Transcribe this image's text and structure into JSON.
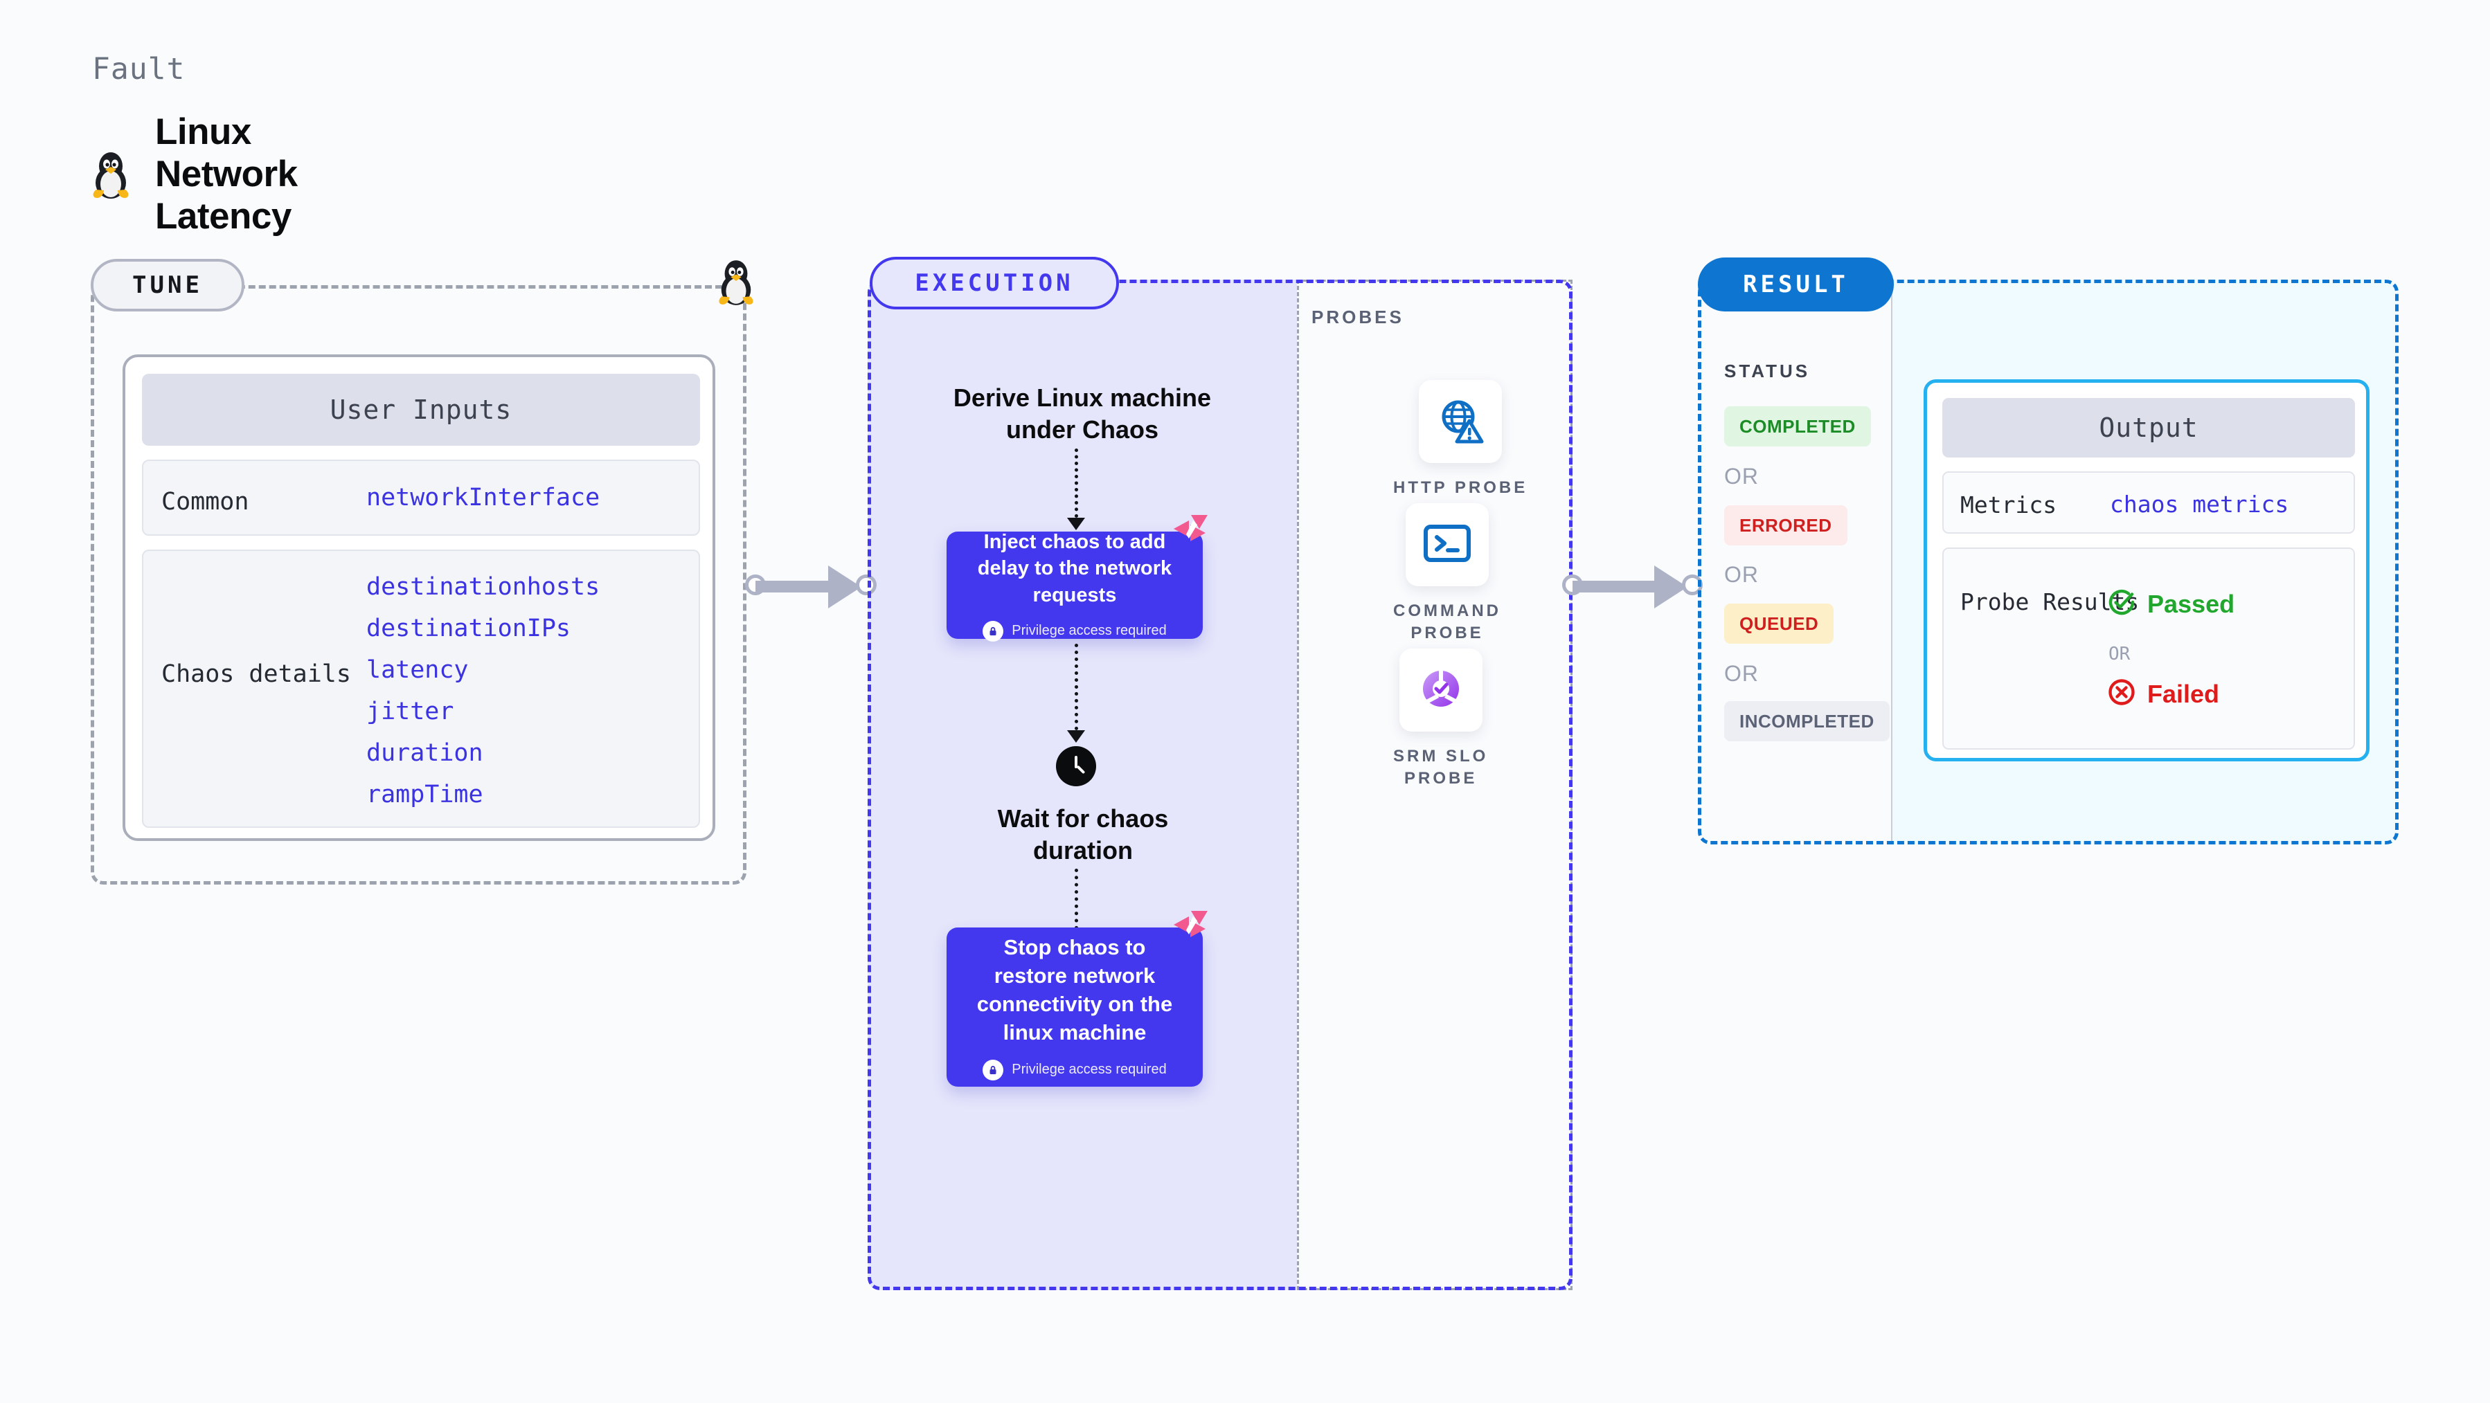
{
  "header": {
    "kicker": "Fault",
    "title": "Linux Network Latency",
    "icon": "tux-penguin-icon"
  },
  "tune": {
    "pill_label": "TUNE",
    "card_title": "User Inputs",
    "rows": [
      {
        "key": "Common",
        "values": [
          "networkInterface"
        ]
      },
      {
        "key": "Chaos details",
        "values": [
          "destinationhosts",
          "destinationIPs",
          "latency",
          "jitter",
          "duration",
          "rampTime"
        ]
      }
    ],
    "corner_icon": "tux-penguin-icon"
  },
  "execution": {
    "pill_label": "EXECUTION",
    "derive_step": "Derive Linux machine under Chaos",
    "inject_card": {
      "title": "Inject chaos to add delay to the network requests",
      "privilege_note": "Privilege access required",
      "privilege_icon": "lock-icon",
      "corner_icon": "chaos-logo-icon"
    },
    "wait_step": {
      "label": "Wait for chaos duration",
      "icon": "clock-icon"
    },
    "stop_card": {
      "title": "Stop chaos to restore network connectivity on the linux machine",
      "privilege_note": "Privilege access required",
      "privilege_icon": "lock-icon",
      "corner_icon": "chaos-logo-icon"
    }
  },
  "probes": {
    "title": "PROBES",
    "items": [
      {
        "label": "HTTP  PROBE",
        "icon": "globe-warning-icon"
      },
      {
        "label": "COMMAND\nPROBE",
        "icon": "terminal-icon"
      },
      {
        "label": "SRM  SLO\nPROBE",
        "icon": "slo-donut-check-icon"
      }
    ]
  },
  "result": {
    "pill_label": "RESULT",
    "status_title": "STATUS",
    "or_label": "OR",
    "statuses": [
      {
        "label": "COMPLETED",
        "bg": "#e0f5e2",
        "fg": "#1b8c26"
      },
      {
        "label": "ERRORED",
        "bg": "#fdeaea",
        "fg": "#cf2020"
      },
      {
        "label": "QUEUED",
        "bg": "#fdf0c8",
        "fg": "#cf2020"
      },
      {
        "label": "INCOMPLETED",
        "bg": "#eceef3",
        "fg": "#5b6275"
      }
    ],
    "output": {
      "header": "Output",
      "metrics_key": "Metrics",
      "metrics_value": "chaos metrics",
      "probe_results_key": "Probe Results",
      "passed_label": "Passed",
      "passed_icon": "check-circle-icon",
      "failed_label": "Failed",
      "failed_icon": "x-circle-icon",
      "or_label": "OR"
    }
  },
  "colors": {
    "accent_purple": "#4338ee",
    "accent_blue": "#0e76d1",
    "accent_cyan": "#25b0ef",
    "chaos_pink": "#f2598f",
    "pass_green": "#22a72e",
    "fail_red": "#e01b1b",
    "page_bg": "#fafbfd"
  }
}
